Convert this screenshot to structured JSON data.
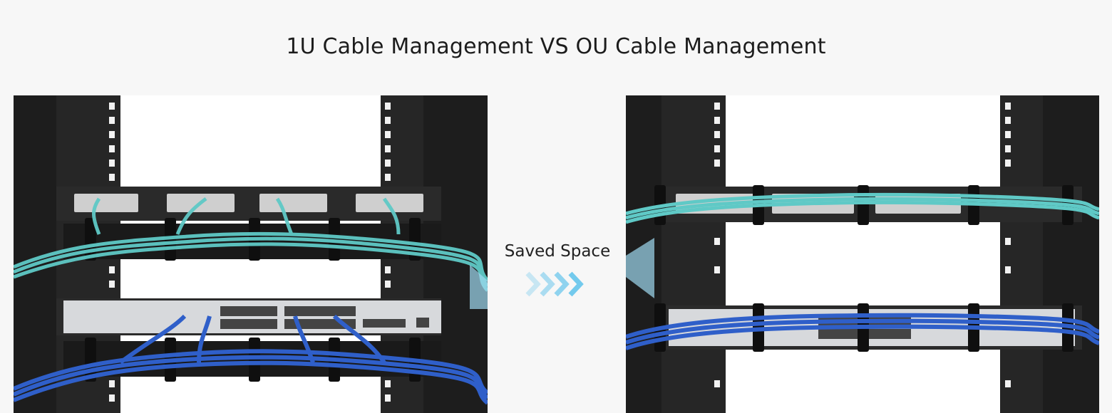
{
  "title": "1U Cable Management VS OU Cable Management",
  "annotation": {
    "label": "Saved Space",
    "arrow_icon": "chevron-right-icon",
    "arrow_color": "#6cc7ec"
  },
  "panels": {
    "left": {
      "subject": "rack-with-1u-cable-management"
    },
    "right": {
      "subject": "rack-with-0u-cable-management"
    }
  },
  "colors": {
    "background": "#f7f7f7",
    "rack": "#1e1e1e",
    "aqua_fiber": "#5fc9c6",
    "blue_patch": "#2f5fc9",
    "switch_body": "#d7d9dc"
  }
}
